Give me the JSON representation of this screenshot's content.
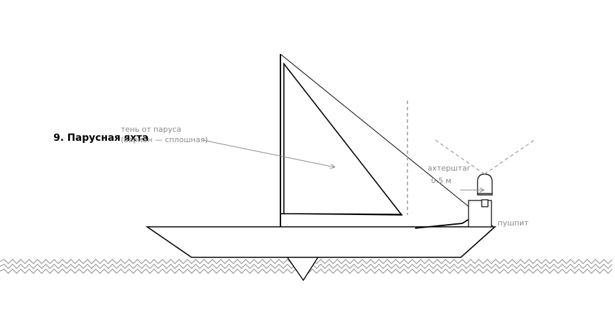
{
  "title": "9. Парусная яхта",
  "labels": {
    "sail_shadow_line1": "тень от паруса",
    "sail_shadow_line2": "(вариан — сплошная)",
    "backstay": "ахтерштаг",
    "distance": "0.5 м",
    "pushpit": "пушпит"
  },
  "colors": {
    "stroke": "#000000",
    "annotation": "#8a8a8a",
    "water": "#9a9a9a"
  }
}
